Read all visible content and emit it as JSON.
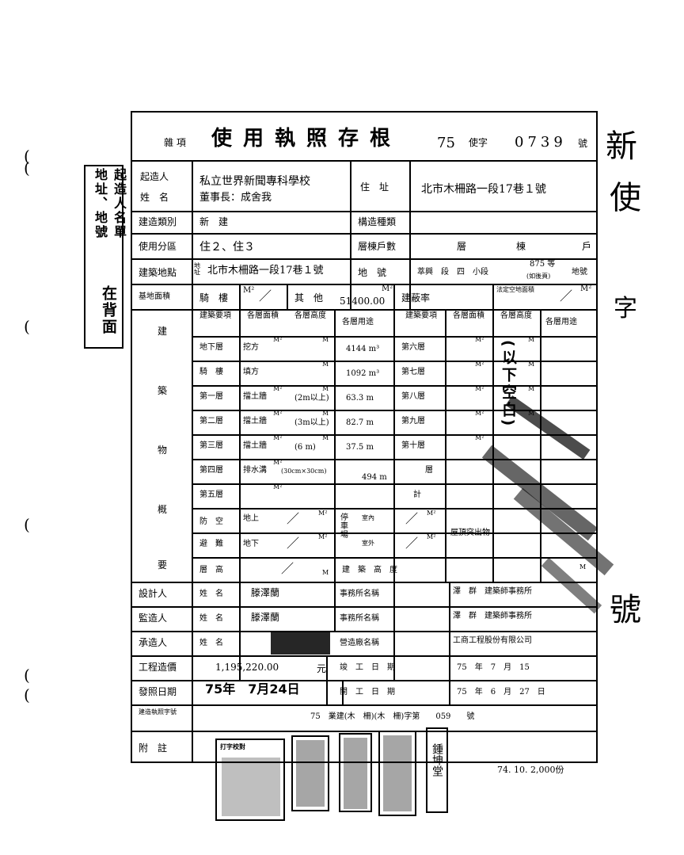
{
  "header": {
    "misc": "雜 項",
    "title": "使用執照存根",
    "year": "75",
    "code": "使字",
    "number": "0739",
    "suffix": "號"
  },
  "side_note": {
    "col1": "起造人名單",
    "col2": "地址、地號",
    "col3": "在背面"
  },
  "owner": {
    "label": "起造人",
    "name_label": "姓　名",
    "line1": "私立世界新聞專科學校",
    "line2": "董事長：成舍我",
    "address_label": "住　址",
    "address": "北市木柵路一段17巷１號"
  },
  "type_row": {
    "label": "建造類別",
    "value": "新　建",
    "struct_label": "構造種類"
  },
  "zone_row": {
    "label": "使用分區",
    "value": "住２、住３",
    "floors_label": "層棟戶數",
    "floor_unit": "層",
    "bldg_unit": "棟",
    "unit_unit": "戶"
  },
  "site_row": {
    "label": "建築地點",
    "addr_label": "地址",
    "addr": "北市木柵路一段17巷１號",
    "lot_label": "地　號",
    "lot": "萃興　段　四　小段",
    "lot_no": "875 等",
    "lot_note": "(如後頁)",
    "lot_suffix": "地號"
  },
  "area_row": {
    "label": "基地面積",
    "arcade": "騎　樓",
    "arcade_val": "／",
    "other": "其　他",
    "other_val": "51400.00",
    "coverage": "建蔽率",
    "legal": "法定空地面積",
    "legal_val": "／",
    "unit": "M²"
  },
  "building": {
    "side_label": [
      "建",
      "築",
      "物",
      "概",
      "要"
    ],
    "h_item": "建築要項",
    "h_area": "各層面積",
    "h_height": "各層高度",
    "h_use": "各層用途",
    "left_rows": [
      {
        "floor": "地下層",
        "area": "挖方",
        "height": "",
        "use": "4144 m³"
      },
      {
        "floor": "騎　樓",
        "area": "填方",
        "height": "",
        "use": "1092 m³"
      },
      {
        "floor": "第一層",
        "area": "擋土牆",
        "height": "(2m以上)",
        "use": "63.3 m"
      },
      {
        "floor": "第二層",
        "area": "擋土牆",
        "height": "(3m以上)",
        "use": "82.7 m"
      },
      {
        "floor": "第三層",
        "area": "擋土牆",
        "height": "(6 m)",
        "use": "37.5 m"
      },
      {
        "floor": "第四層",
        "area": "排水溝",
        "height": "(30cm×30cm)",
        "use": "494 m"
      },
      {
        "floor": "第五層",
        "area": "",
        "height": "",
        "use": ""
      }
    ],
    "right_rows": [
      "第六層",
      "第七層",
      "第八層",
      "第九層",
      "第十層",
      "層",
      "計"
    ],
    "blank_note": "(以下空白)",
    "unit": "M²",
    "unit_m": "M"
  },
  "shelter": {
    "label1": "防　空",
    "label2": "避　難",
    "above": "地上",
    "below": "地下",
    "above_val": "／",
    "below_val": "／",
    "parking": "停車場",
    "indoor": "室內",
    "outdoor": "室外",
    "indoor_val": "／",
    "outdoor_val": "／",
    "roof": "屋頂突出物",
    "unit": "M²"
  },
  "height_row": {
    "label": "層　高",
    "val": "／",
    "unit": "M",
    "bldg_h": "建　築　高　度",
    "bldg_unit": "M"
  },
  "people": [
    {
      "role": "設計人",
      "name_label": "姓　名",
      "name": "滕澤蘭",
      "firm_label": "事務所名稱",
      "firm": "澤　群　建築師事務所"
    },
    {
      "role": "監造人",
      "name_label": "姓　名",
      "name": "滕澤蘭",
      "firm_label": "事務所名稱",
      "firm": "澤　群　建築師事務所"
    },
    {
      "role": "承造人",
      "name_label": "姓　名",
      "name": "",
      "firm_label": "營造廠名稱",
      "firm": "工商工程股份有限公司"
    }
  ],
  "cost": {
    "label": "工程造價",
    "value": "1,195,220.00",
    "unit": "元",
    "done_label": "竣　工　日　期",
    "done": "75　年　7　月　15"
  },
  "issue": {
    "label": "發照日期",
    "value": "75年　7月24日",
    "start_label": "開　工　日　期",
    "start": "75　年　6　月　27　日"
  },
  "permit": {
    "label": "建造執照字號",
    "value": "75　業建(木　柵)(木　柵)字第　　059　　號"
  },
  "note": {
    "label": "附　註",
    "stamp_title": "打字校對",
    "footer": "74. 10. 2,000份",
    "seal_a": "鍾坤堂"
  },
  "edge_glyphs": [
    "新",
    "使",
    "字",
    "號"
  ]
}
